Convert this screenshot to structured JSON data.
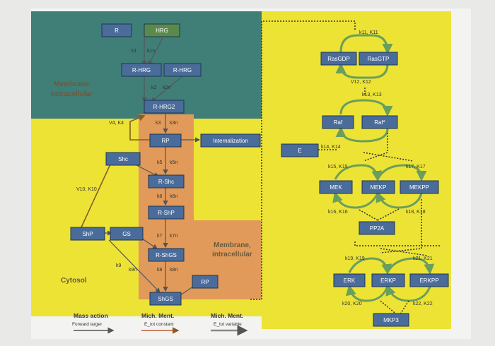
{
  "nodes": {
    "R": "R",
    "HRG": "HRG",
    "R_HRG_1": "R-HRG",
    "R_HRG_2": "R-HRG",
    "R_HRG2": "R-HRG2",
    "RP": "RP",
    "Internalization": "Internalization",
    "Shc": "Shc",
    "R_Shc": "R-Shc",
    "R_ShP": "R-ShP",
    "ShP": "ShP",
    "GS": "GS",
    "R_ShGS": "R-ShGS",
    "ShGS": "ShGS",
    "RP2": "RP",
    "E": "E",
    "RasGDP": "RasGDP",
    "RasGTP": "RasGTP",
    "Raf": "Raf",
    "RafStar": "Raf*",
    "MEK": "MEK",
    "MEKP": "MEKP",
    "MEKPP": "MEKPP",
    "PP2A": "PP2A",
    "ERK": "ERK",
    "ERKP": "ERKP",
    "ERKPP": "ERKPP",
    "MKP3": "MKP3"
  },
  "labels": {
    "k1": "k1",
    "k1n": "k1n",
    "k2": "k2",
    "k2n": "k2n",
    "k3": "k3",
    "k3n": "k3n",
    "v4k4": "V4, K4",
    "k5": "k5",
    "k5n": "k5n",
    "k6": "k6",
    "k6n": "k6n",
    "k7": "k7",
    "k7n": "k7n",
    "k8": "k8",
    "k8n": "k8n",
    "k9": "k9",
    "k9n": "k9n",
    "v10k10": "V10, K10",
    "k11": "k11, K11",
    "v12": "V12, K12",
    "k13": "k13, K13",
    "k14": "k14, K14",
    "k15": "k15, K15",
    "k16": "k16, K16",
    "k17": "k17, K17",
    "k18": "k18, K18",
    "k19": "k19, K19",
    "k20": "k20, K20",
    "k21": "k21, K21",
    "k22": "k22, K22"
  },
  "regions": {
    "membrane_extra": [
      "Membrane,",
      "extracellular"
    ],
    "membrane_intra": [
      "Membrane,",
      "intracellular"
    ],
    "cytosol": "Cytosol"
  },
  "legend": {
    "mass_action_title": "Mass action",
    "mass_action_sub": "Forward larger",
    "mich_const_title": "Mich. Ment.",
    "mich_const_sub": "E_tot constant",
    "mich_var_title": "Mich. Ment.",
    "mich_var_sub": "E_tot variable"
  },
  "colors": {
    "extracellular": "#3f7f78",
    "cytosol": "#ece335",
    "intracellular": "#e19a5a",
    "node": "#4a6c9a"
  }
}
